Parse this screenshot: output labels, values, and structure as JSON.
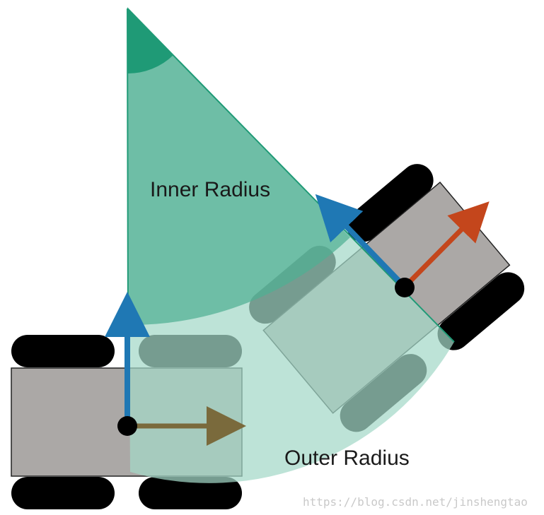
{
  "labels": {
    "inner_radius": "Inner Radius",
    "outer_radius": "Outer Radius"
  },
  "watermark": "https://blog.csdn.net/jinshengtao",
  "colors": {
    "wheel": "#000000",
    "body": "#aba8a6",
    "sector_inner": "#6bbda7",
    "sector_outer": "#a3d8c8",
    "angle_wedge": "#1f9a76",
    "forward_arrow": "#1f78b4",
    "right_arrow_robot1": "#7a6a3c",
    "right_arrow_robot2": "#c4461c"
  },
  "icons": {
    "turn_center": "pivot-dot",
    "forward": "arrow-up",
    "lateral": "arrow-right"
  }
}
